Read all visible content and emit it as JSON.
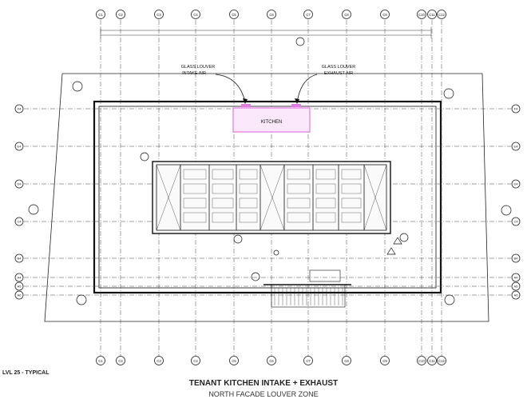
{
  "drawing": {
    "level_label": "LVL 25 - TYPICAL",
    "title": "TENANT KITCHEN INTAKE + EXHAUST",
    "subtitle": "NORTH FACADE LOUVER ZONE",
    "kitchen_label": "KITCHEN",
    "intake_label": [
      "GLASS LOUVER",
      "INTAKE AIR"
    ],
    "exhaust_label": [
      "GLASS LOUVER",
      "EXHAUST AIR"
    ],
    "accent_color": "#e27be2",
    "line_color": "#1a1a1a"
  },
  "column_grid": [
    "C1",
    "C2",
    "C3",
    "C4",
    "C5",
    "C6",
    "C7",
    "C8",
    "C9",
    "C10",
    "C11",
    "C12"
  ],
  "row_grid": [
    "F4",
    "E4",
    "D4",
    "C4",
    "B4",
    "A4",
    "A5",
    "A6"
  ]
}
